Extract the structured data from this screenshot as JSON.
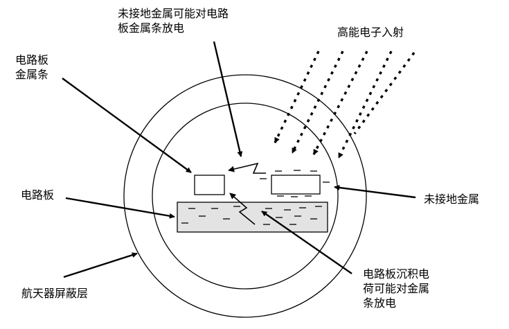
{
  "labels": {
    "ungrounded_discharge": [
      "未接地金属可能对电路",
      "板金属条放电"
    ],
    "electron_incidence": "高能电子入射",
    "board_strip": [
      "电路板",
      "金属条"
    ],
    "board": "电路板",
    "ungrounded_metal": "未接地金属",
    "board_charge_discharge": [
      "电路板沉积电",
      "荷可能对金属",
      "条放电"
    ],
    "shield": "航天器屏蔽层"
  },
  "colors": {
    "line": "#000000",
    "board_fill": "#e3e3e3",
    "background": "#ffffff"
  }
}
